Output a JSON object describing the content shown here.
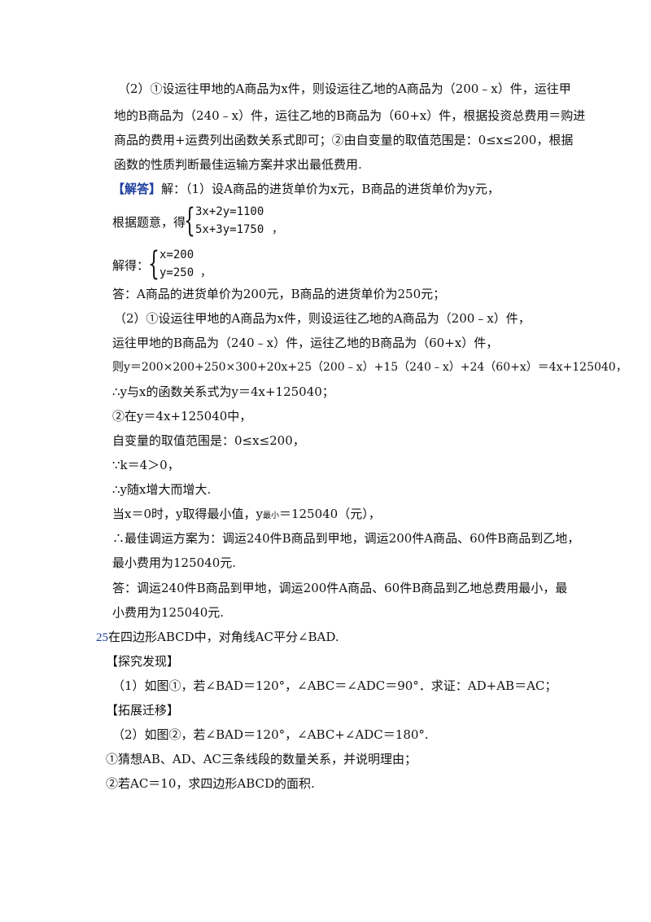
{
  "analysis": {
    "p2_line1": "（2）①设运往甲地的A商品为x件，则设运往乙地的A商品为（200﹣x）件，运往甲",
    "p2_line2": "地的B商品为（240﹣x）件，运往乙地的B商品为（60+x）件，根据投资总费用＝购进",
    "p2_line3": "商品的费用+运费列出函数关系式即可；②由自变量的取值范围是：0≤x≤200，根据",
    "p2_line4": "函数的性质判断最佳运输方案并求出最低费用."
  },
  "solution": {
    "tag": "【解答】",
    "line1": "解：（1）设A商品的进货单价为x元，B商品的进货单价为y元，",
    "line2_prefix": "根据题意，得",
    "system1": [
      "3x+2y=1100",
      "5x+3y=1750"
    ],
    "system1_suffix": "，",
    "line3_prefix": "解得：",
    "system2": [
      "x=200",
      "y=250"
    ],
    "system2_suffix": "，",
    "answer1": "答：A商品的进货单价为200元，B商品的进货单价为250元；",
    "p2a": "（2）①设运往甲地的A商品为x件，则设运往乙地的A商品为（200﹣x）件，",
    "p2b": "运往甲地的B商品为（240﹣x）件，运往乙地的B商品为（60+x）件，",
    "p2c": "则y＝200×200+250×300+20x+25（200﹣x）+15（240﹣x）+24（60+x）＝4x+125040，",
    "p2d": "∴y与x的函数关系式为y＝4x+125040；",
    "p2e": "②在y＝4x+125040中，",
    "p2f": "自变量的取值范围是：0≤x≤200，",
    "p2g": "∵k＝4＞0，",
    "p2h": "∴y随x增大而增大.",
    "p2i_prefix": "当x＝0时，y取得最小值，y",
    "p2i_sub": "最小",
    "p2i_suffix": "＝125040（元），",
    "p2j": "∴最佳调运方案为：调运240件B商品到甲地，调运200件A商品、60件B商品到乙地，",
    "p2k": "最小费用为125040元.",
    "answer2a": "答：调运240件B商品到甲地，调运200件A商品、60件B商品到乙地总费用最小，最",
    "answer2b": "小费用为125040元."
  },
  "problem25": {
    "number": "25",
    "stem": "在四边形ABCD中，对角线AC平分∠BAD.",
    "section1": "【探究发现】",
    "q1": "（1）如图①，若∠BAD＝120°，∠ABC＝∠ADC＝90°．求证：AD+AB＝AC；",
    "section2": "【拓展迁移】",
    "q2": "（2）如图②，若∠BAD＝120°，∠ABC+∠ADC＝180°.",
    "q2_1": "①猜想AB、AD、AC三条线段的数量关系，并说明理由；",
    "q2_2": "②若AC＝10，求四边形ABCD的面积."
  }
}
